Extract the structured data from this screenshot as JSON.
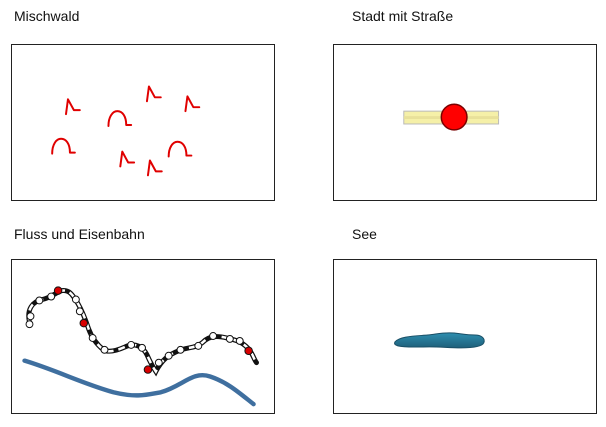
{
  "panels": {
    "forest": {
      "label": "Mischwald"
    },
    "city": {
      "label": "Stadt mit Straße"
    },
    "river": {
      "label": "Fluss und Eisenbahn"
    },
    "lake": {
      "label": "See"
    }
  },
  "colors": {
    "symbol_red": "#e00000",
    "road_fill": "#f5f0a8",
    "road_edge": "#b9b9b9",
    "river_blue": "#3f6f9f",
    "lake_dark": "#1f5f7a",
    "lake_light": "#2e8fb0",
    "rail_black": "#111111",
    "station_red": "#d80000"
  },
  "icons": {
    "conifer": "conifer-tree-icon",
    "deciduous": "deciduous-tree-icon",
    "city": "city-dot-icon",
    "station": "rail-station-icon"
  }
}
